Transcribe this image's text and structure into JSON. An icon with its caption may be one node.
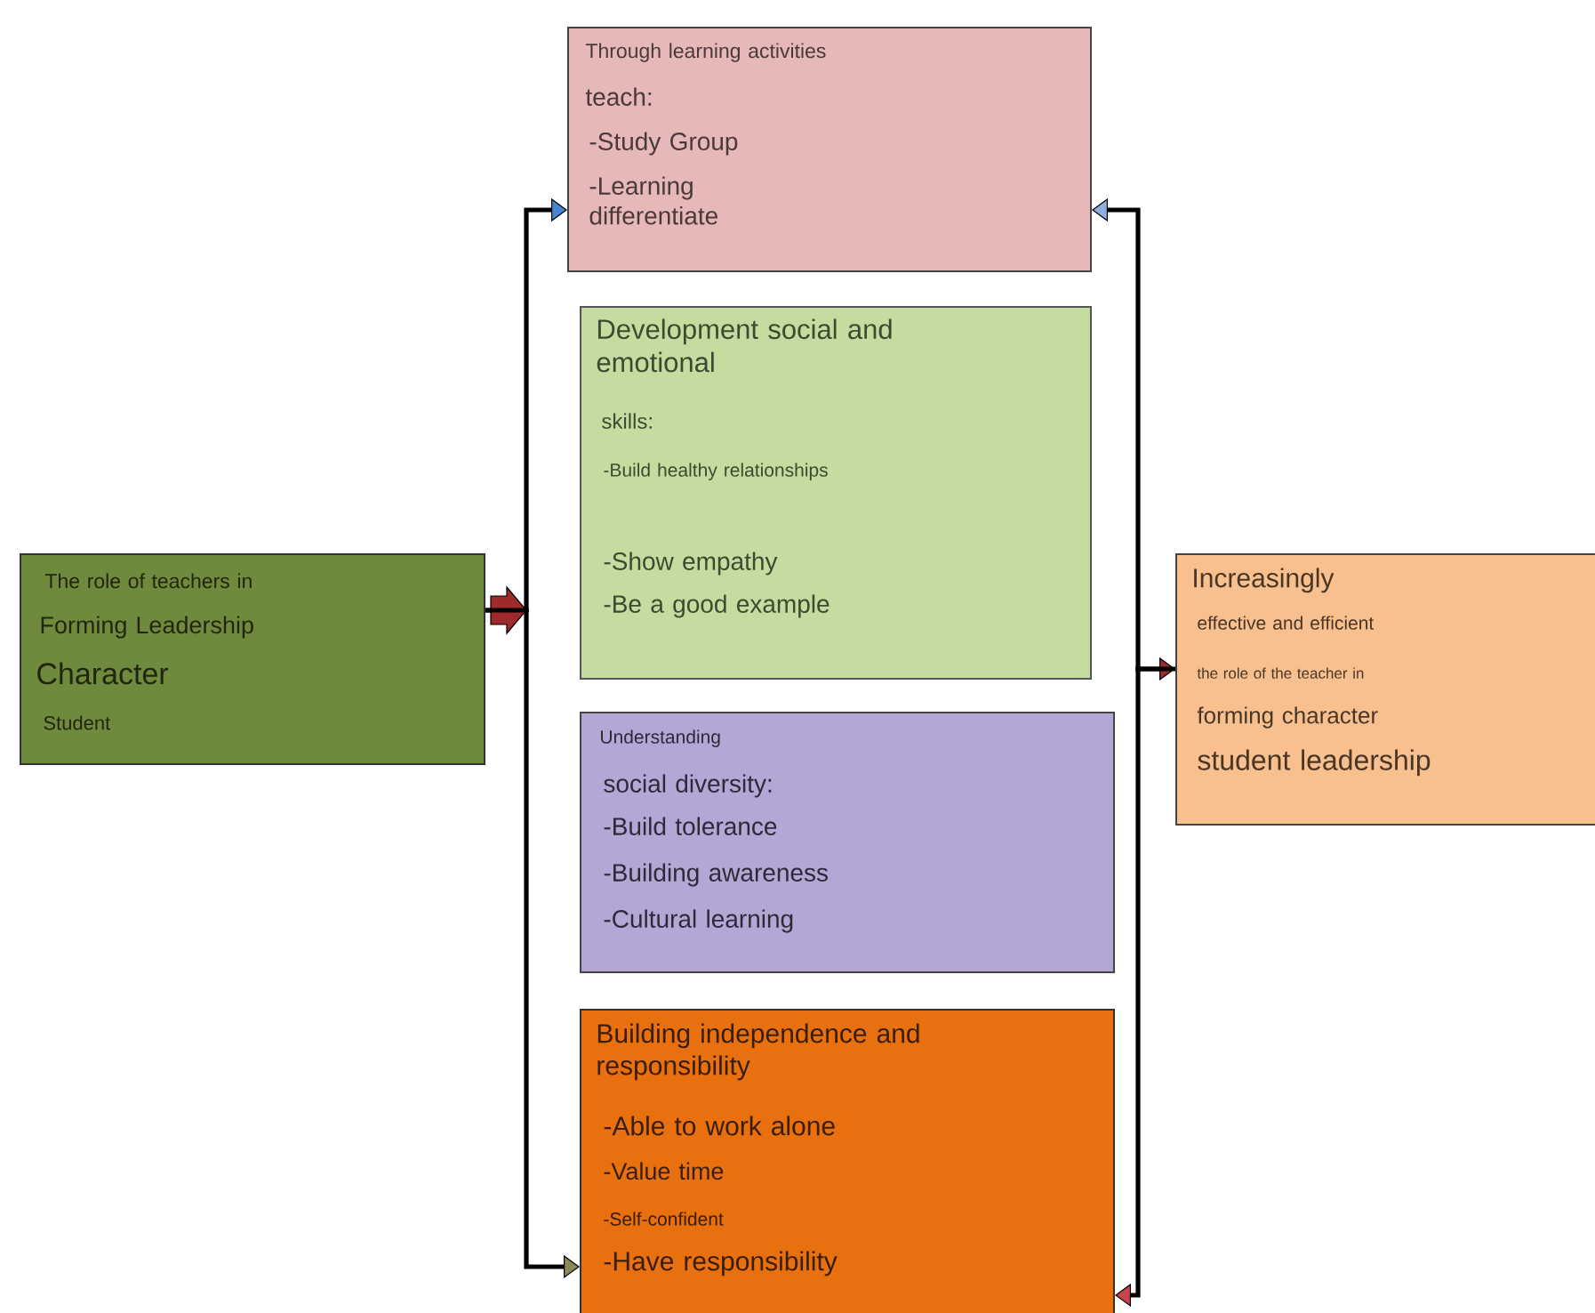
{
  "diagram": {
    "nodes": [
      {
        "text": [
          "The role of teachers in",
          "Forming Leadership",
          "Character",
          "Student"
        ]
      },
      {
        "text": [
          "Through learning activities",
          "teach:",
          "-Study Group",
          "-Learning differentiate"
        ]
      },
      {
        "text": [
          "Development social and emotional",
          "skills:",
          "-Build healthy relationships",
          "-Show empathy",
          "-Be a good example"
        ]
      },
      {
        "text": [
          "Understanding",
          "social diversity:",
          "-Build tolerance",
          "-Building awareness",
          "-Cultural learning"
        ]
      },
      {
        "text": [
          "Building independence and responsibility",
          "-Able to work alone",
          "-Value time",
          "-Self-confident",
          "-Have responsibility"
        ]
      },
      {
        "text": [
          "Increasingly",
          "effective and efficient",
          "the role of the teacher in",
          "forming character",
          "student leadership"
        ]
      }
    ],
    "edges": [
      {
        "from": 0,
        "to": 1,
        "arrow": "to"
      },
      {
        "from": 0,
        "to": 4,
        "arrow": "to"
      },
      {
        "from": 1,
        "to": 5,
        "arrow": "both"
      },
      {
        "from": 5,
        "to": 4,
        "arrow": "to"
      }
    ]
  }
}
